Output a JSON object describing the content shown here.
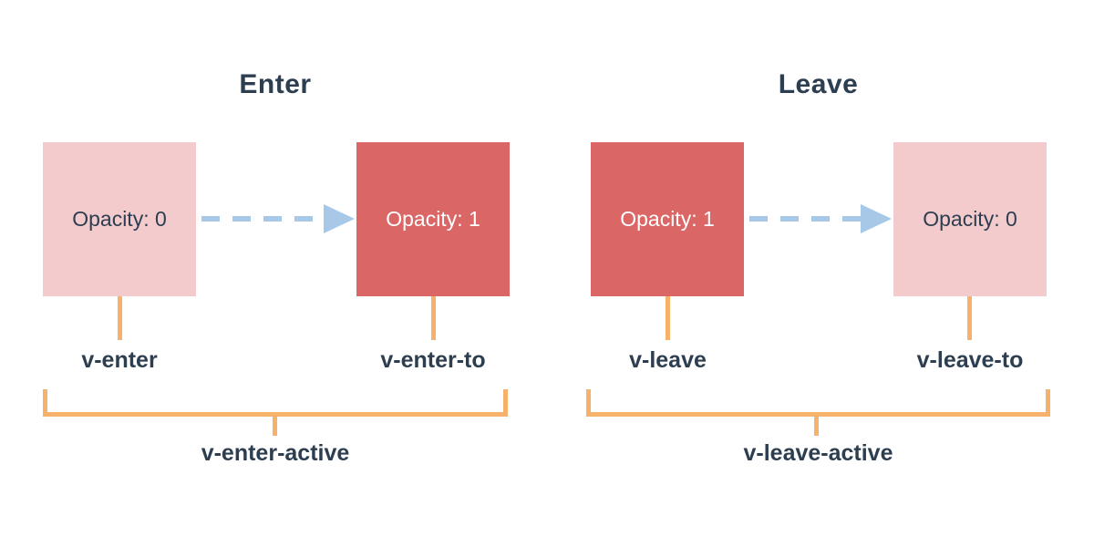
{
  "colors": {
    "background": "#ffffff",
    "box_faded": "#f3cbcc",
    "box_solid": "#db6666",
    "arrow_blue": "#a8c8e8",
    "bracket_orange": "#f6b26b",
    "text_dark": "#2c3e50",
    "text_light": "#ffffff"
  },
  "enter": {
    "title": "Enter",
    "from_box_label": "Opacity: 0",
    "to_box_label": "Opacity: 1",
    "from_class_label": "v-enter",
    "to_class_label": "v-enter-to",
    "active_class_label": "v-enter-active"
  },
  "leave": {
    "title": "Leave",
    "from_box_label": "Opacity: 1",
    "to_box_label": "Opacity: 0",
    "from_class_label": "v-leave",
    "to_class_label": "v-leave-to",
    "active_class_label": "v-leave-active"
  }
}
